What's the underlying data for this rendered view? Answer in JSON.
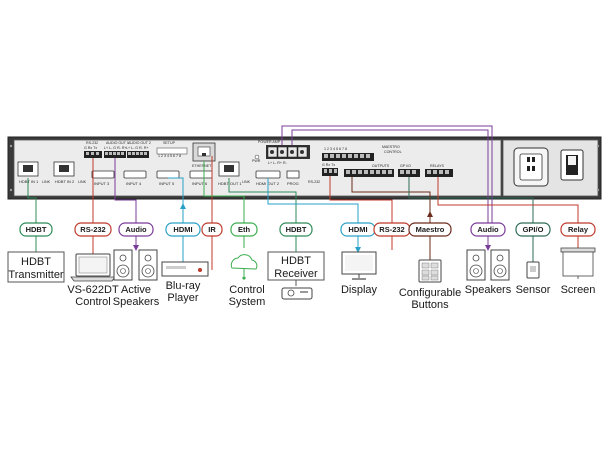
{
  "colors": {
    "hdbt": "#2e8b57",
    "rs232": "#c0392b",
    "audio": "#7b3b9a",
    "hdmi": "#2aa0c8",
    "ir": "#c0392b",
    "eth": "#3cae4f",
    "maestro": "#6b2a1a",
    "gpio": "#2e6b55",
    "relay": "#c0392b"
  },
  "panel": {
    "ports": {
      "rs232": "RS-232",
      "rs232_pins": "G Rx Tx",
      "audio_out1": "AUDIO OUT 1",
      "audio_out1_pins": "L+ L- G R- R+",
      "audio_out2": "AUDIO OUT 2",
      "audio_out2_pins": "L+ L- G R- R+",
      "setup": "SETUP",
      "setup_pins": "1 2 3 4 5 6 7 8",
      "ethernet": "ETHERNET",
      "power_amp": "POWER AMP",
      "pwr": "PWR",
      "maestro": "MAESTRO",
      "control": "CONTROL",
      "maestro_pins": "1 2 3 4 5 6 7 8",
      "hdbt_in1": "HDBT IN 1",
      "hdbt_in2": "HDBT IN 2",
      "link": "LINK",
      "input3": "INPUT 3",
      "input4": "INPUT 4",
      "input5": "INPUT 5",
      "input6": "INPUT 6",
      "hdbt_out1": "HDBT OUT 1",
      "hdmi_out2": "HDMI OUT 2",
      "prog": "PROG",
      "rs232_side": "RS-232",
      "g_rx_tx": "G Rx Tx",
      "outputs": "OUTPUTS",
      "gpio_port": "GP I/O",
      "relays": "RELAYS",
      "amp_pins": "L+ L- R+ R-"
    }
  },
  "connections": [
    {
      "tag": "HDBT",
      "label_lines": [
        "HDBT",
        "Transmitter"
      ],
      "icon": "hdbt-transmitter-box",
      "color": "#2e8b57"
    },
    {
      "tag": "RS-232",
      "label_lines": [
        "VS-622DT",
        "Control"
      ],
      "icon": "laptop-icon",
      "color": "#c0392b"
    },
    {
      "tag": "Audio",
      "label_lines": [
        "Active",
        "Speakers"
      ],
      "icon": "speakers-icon",
      "color": "#7b3b9a"
    },
    {
      "tag": "HDMI",
      "label_lines": [
        "Blu-ray",
        "Player"
      ],
      "icon": "bluray-player-icon",
      "color": "#2aa0c8"
    },
    {
      "tag": "IR",
      "label_lines": [],
      "icon": "",
      "color": "#c0392b"
    },
    {
      "tag": "Eth",
      "label_lines": [
        "Control",
        "System"
      ],
      "icon": "network-cloud-icon",
      "color": "#3cae4f"
    },
    {
      "tag": "HDBT",
      "label_lines": [
        "HDBT",
        "Receiver"
      ],
      "icon": "projector-icon",
      "color": "#2e8b57"
    },
    {
      "tag": "HDMI",
      "label_lines": [
        "Display"
      ],
      "icon": "display-icon",
      "color": "#2aa0c8"
    },
    {
      "tag": "RS-232",
      "label_lines": [],
      "icon": "",
      "color": "#c0392b"
    },
    {
      "tag": "Maestro",
      "label_lines": [
        "Configurable",
        "Buttons"
      ],
      "icon": "button-panel-icon",
      "color": "#6b2a1a"
    },
    {
      "tag": "Audio",
      "label_lines": [
        "Speakers"
      ],
      "icon": "speakers-icon",
      "color": "#7b3b9a"
    },
    {
      "tag": "GPI/O",
      "label_lines": [
        "Sensor"
      ],
      "icon": "sensor-icon",
      "color": "#2e6b55"
    },
    {
      "tag": "Relay",
      "label_lines": [
        "Screen"
      ],
      "icon": "projection-screen-icon",
      "color": "#c0392b"
    }
  ]
}
